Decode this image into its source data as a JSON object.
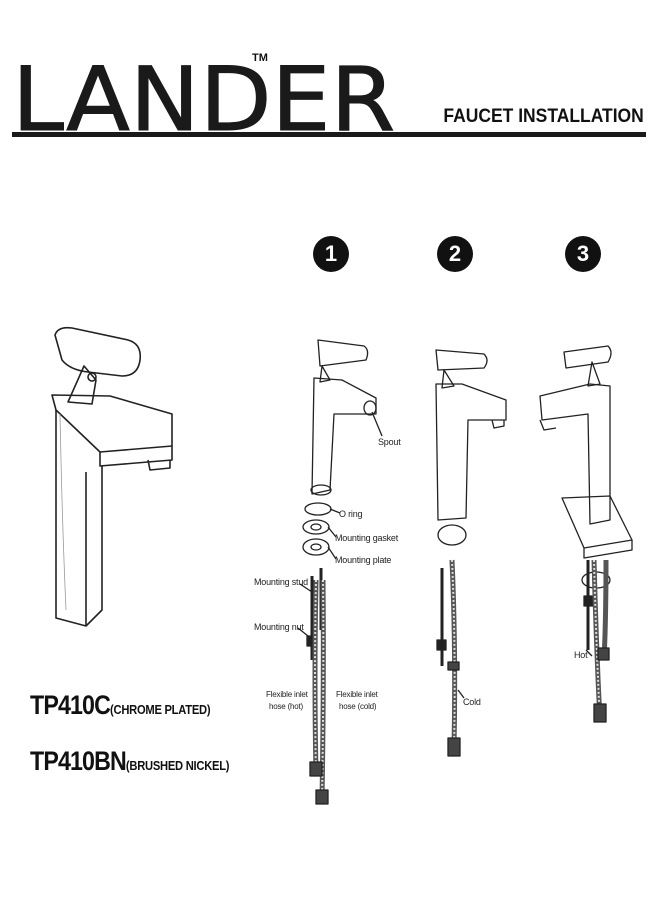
{
  "header": {
    "brand": "LANDER",
    "trademark": "TM",
    "section_title": "FAUCET INSTALLATION"
  },
  "steps": [
    {
      "number": "1"
    },
    {
      "number": "2"
    },
    {
      "number": "3"
    }
  ],
  "step1_labels": {
    "spout": "Spout",
    "o_ring": "O ring",
    "mounting_gasket": "Mounting gasket",
    "mounting_plate": "Mounting plate",
    "mounting_stud": "Mounting stud",
    "mounting_nut": "Mounting nut",
    "hose_hot_line1": "Flexible inlet",
    "hose_hot_line2": "hose (hot)",
    "hose_cold_line1": "Flexible inlet",
    "hose_cold_line2": "hose (cold)"
  },
  "step2_labels": {
    "cold": "Cold"
  },
  "step3_labels": {
    "hot": "Hot"
  },
  "models": [
    {
      "code": "TP410C",
      "finish": "(CHROME PLATED)"
    },
    {
      "code": "TP410BN",
      "finish": "(BRUSHED NICKEL)"
    }
  ]
}
